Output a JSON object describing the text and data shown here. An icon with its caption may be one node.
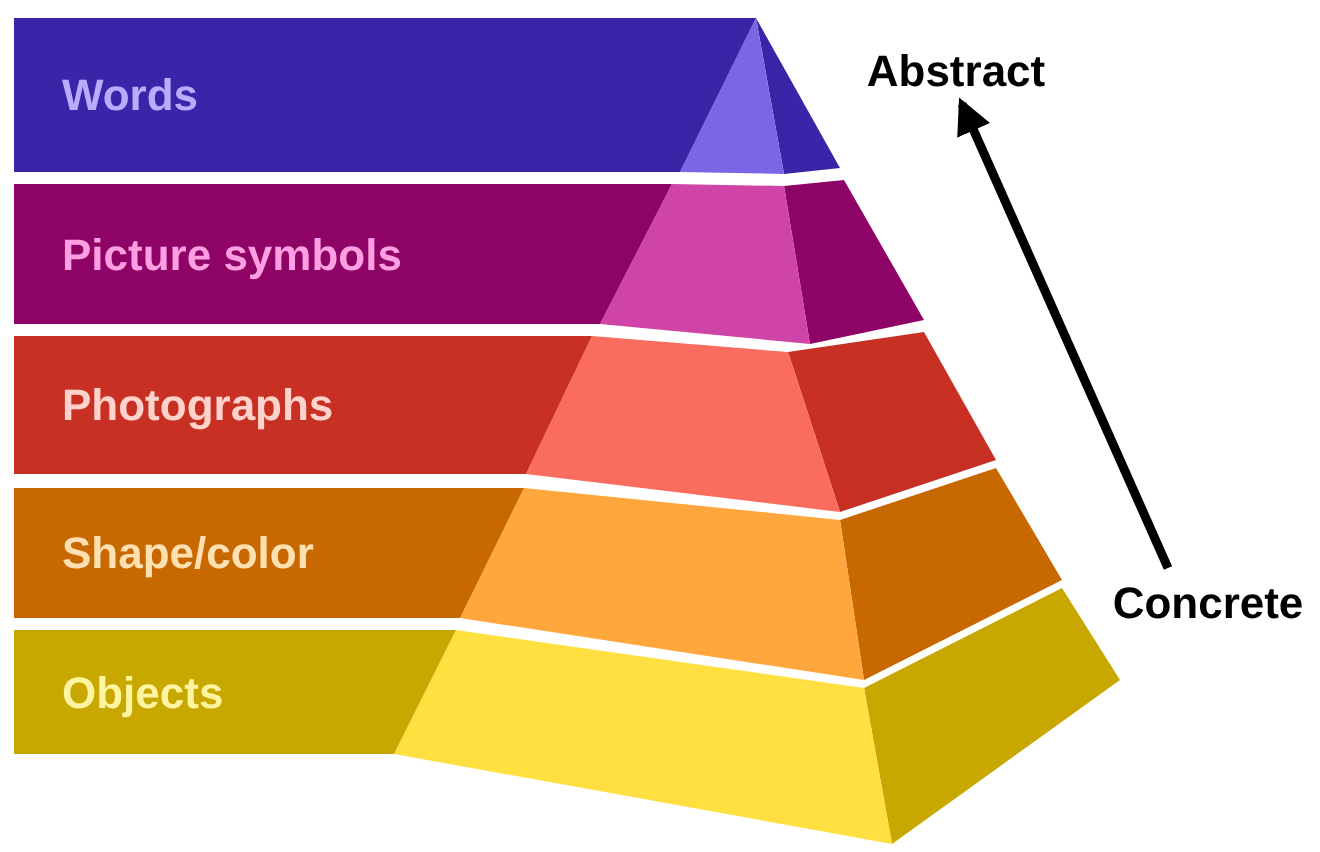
{
  "diagram": {
    "nodes": [
      {
        "text": [
          "Words"
        ]
      },
      {
        "text": [
          "Abstract"
        ]
      },
      {
        "text": [
          "Picture symbols"
        ]
      },
      {
        "text": [
          "Photographs"
        ]
      },
      {
        "text": [
          "Shape/color"
        ]
      },
      {
        "text": [
          "Concrete"
        ]
      },
      {
        "text": [
          "Objects"
        ]
      }
    ],
    "edges": [
      {
        "from": 5,
        "to": 1,
        "arrow": "to"
      }
    ]
  }
}
